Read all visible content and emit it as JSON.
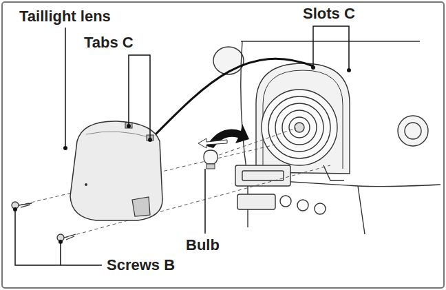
{
  "diagram": {
    "labels": [
      "Taillight lens",
      "Tabs C",
      "Slots C",
      "Bulb",
      "Screws B"
    ]
  }
}
